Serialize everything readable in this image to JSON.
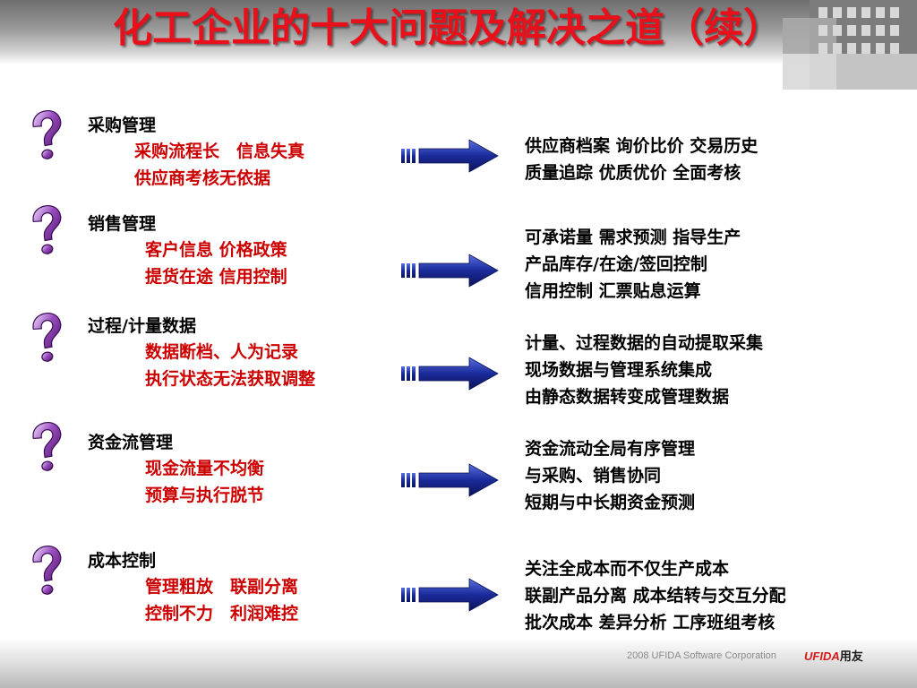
{
  "slide": {
    "title": "化工企业的十大问题及解决之道（续）",
    "footer": {
      "copyright": "2008 UFIDA Software Corporation",
      "logo_brand": "UFIDA",
      "logo_cn": "用友"
    }
  },
  "sections": [
    {
      "heading": "采购管理",
      "issues": [
        "采购流程长　信息失真",
        "供应商考核无依据"
      ],
      "solutions": [
        "供应商档案 询价比价 交易历史",
        "质量追踪 优质优价 全面考核"
      ]
    },
    {
      "heading": "销售管理",
      "issues": [
        "客户信息 价格政策",
        "提货在途 信用控制"
      ],
      "solutions": [
        "可承诺量 需求预测 指导生产",
        "产品库存/在途/签回控制",
        "信用控制 汇票贴息运算"
      ]
    },
    {
      "heading": "过程/计量数据",
      "issues": [
        "数据断档、人为记录",
        "执行状态无法获取调整"
      ],
      "solutions": [
        "计量、过程数据的自动提取采集",
        "现场数据与管理系统集成",
        "由静态数据转变成管理数据"
      ]
    },
    {
      "heading": "资金流管理",
      "issues": [
        "现金流量不均衡",
        "预算与执行脱节"
      ],
      "solutions": [
        "资金流动全局有序管理",
        "与采购、销售协同",
        "短期与中长期资金预测"
      ]
    },
    {
      "heading": "成本控制",
      "issues": [
        "管理粗放　联副分离",
        "控制不力　利润难控"
      ],
      "solutions": [
        "关注全成本而不仅生产成本",
        "联副产品分离 成本结转与交互分配",
        "批次成本 差异分析 工序班组考核"
      ]
    }
  ],
  "colors": {
    "title": "#e8101a",
    "issue_text": "#cc0000",
    "arrow": "#1a2a9a",
    "question_mark": "#6a1a8a"
  },
  "icons": [
    "question-mark-icon",
    "right-arrow-icon"
  ]
}
